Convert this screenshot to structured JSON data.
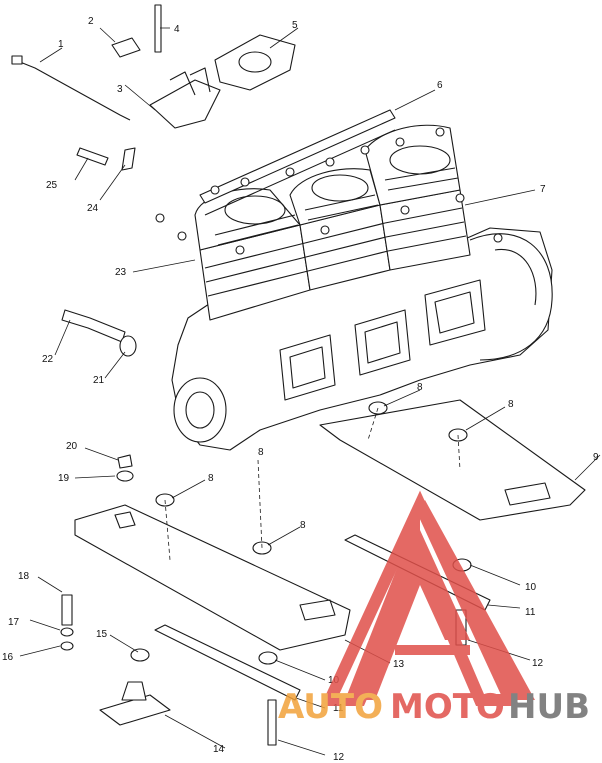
{
  "diagram": {
    "callouts": [
      "1",
      "2",
      "3",
      "4",
      "5",
      "6",
      "7",
      "8",
      "8",
      "8",
      "8",
      "8",
      "9",
      "10",
      "10",
      "11",
      "11",
      "12",
      "12",
      "13",
      "14",
      "15",
      "16",
      "17",
      "18",
      "19",
      "20",
      "21",
      "22",
      "23",
      "24",
      "25"
    ]
  },
  "watermark": {
    "part1": "AUTO",
    "part2": "MOTO",
    "part3": "HUB",
    "color_red": "#e0504a",
    "color_orange": "#f2a23a",
    "color_gray": "#6d6d6d"
  }
}
